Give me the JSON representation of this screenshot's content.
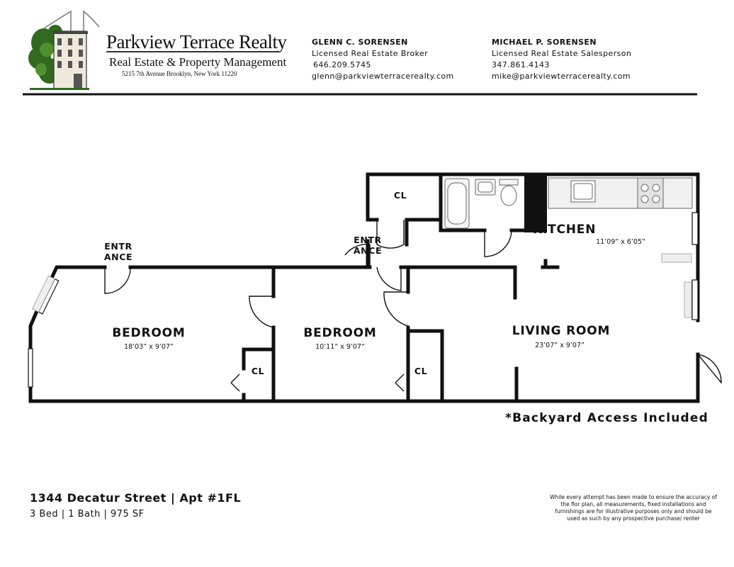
{
  "brand": {
    "name": "Parkview Terrace Realty",
    "tagline": "Real Estate & Property Management",
    "address": "5215 7th Avenue Brooklyn, New York 11220"
  },
  "contacts": [
    {
      "name": "GLENN C. SORENSEN",
      "title": "Licensed Real Estate Broker",
      "phone": "646.209.5745",
      "email": "glenn@parkviewterracerealty.com"
    },
    {
      "name": "MICHAEL P. SORENSEN",
      "title": "Licensed Real Estate Salesperson",
      "phone": "347.861.4143",
      "email": "mike@parkviewterracerealty.com"
    }
  ],
  "floorplan": {
    "rooms": {
      "kitchen": {
        "label": "KITCHEN",
        "dims": "11’09” x 6’05”"
      },
      "living": {
        "label": "LIVING ROOM",
        "dims": "23’07” x 9’07”"
      },
      "bedroom1": {
        "label": "BEDROOM",
        "dims": "18’03” x 9’07”"
      },
      "bedroom2": {
        "label": "BEDROOM",
        "dims": "10’11” x 9’07”"
      }
    },
    "closets": [
      "CL",
      "CL",
      "CL"
    ],
    "entrances": [
      {
        "line1": "ENTR",
        "line2": "ANCE"
      },
      {
        "line1": "ENTR",
        "line2": "ANCE"
      }
    ]
  },
  "note": "*Backyard Access Included",
  "listing": {
    "title": "1344 Decatur Street | Apt #1FL",
    "details": "3 Bed | 1 Bath | 975 SF"
  },
  "disclaimer": "While every attempt has been made to ensure the accuracy of the flor plan, all measurements, fixed installations and furnishings are for illustrative purposes only and should be used as such by any prospective purchase/ renter"
}
